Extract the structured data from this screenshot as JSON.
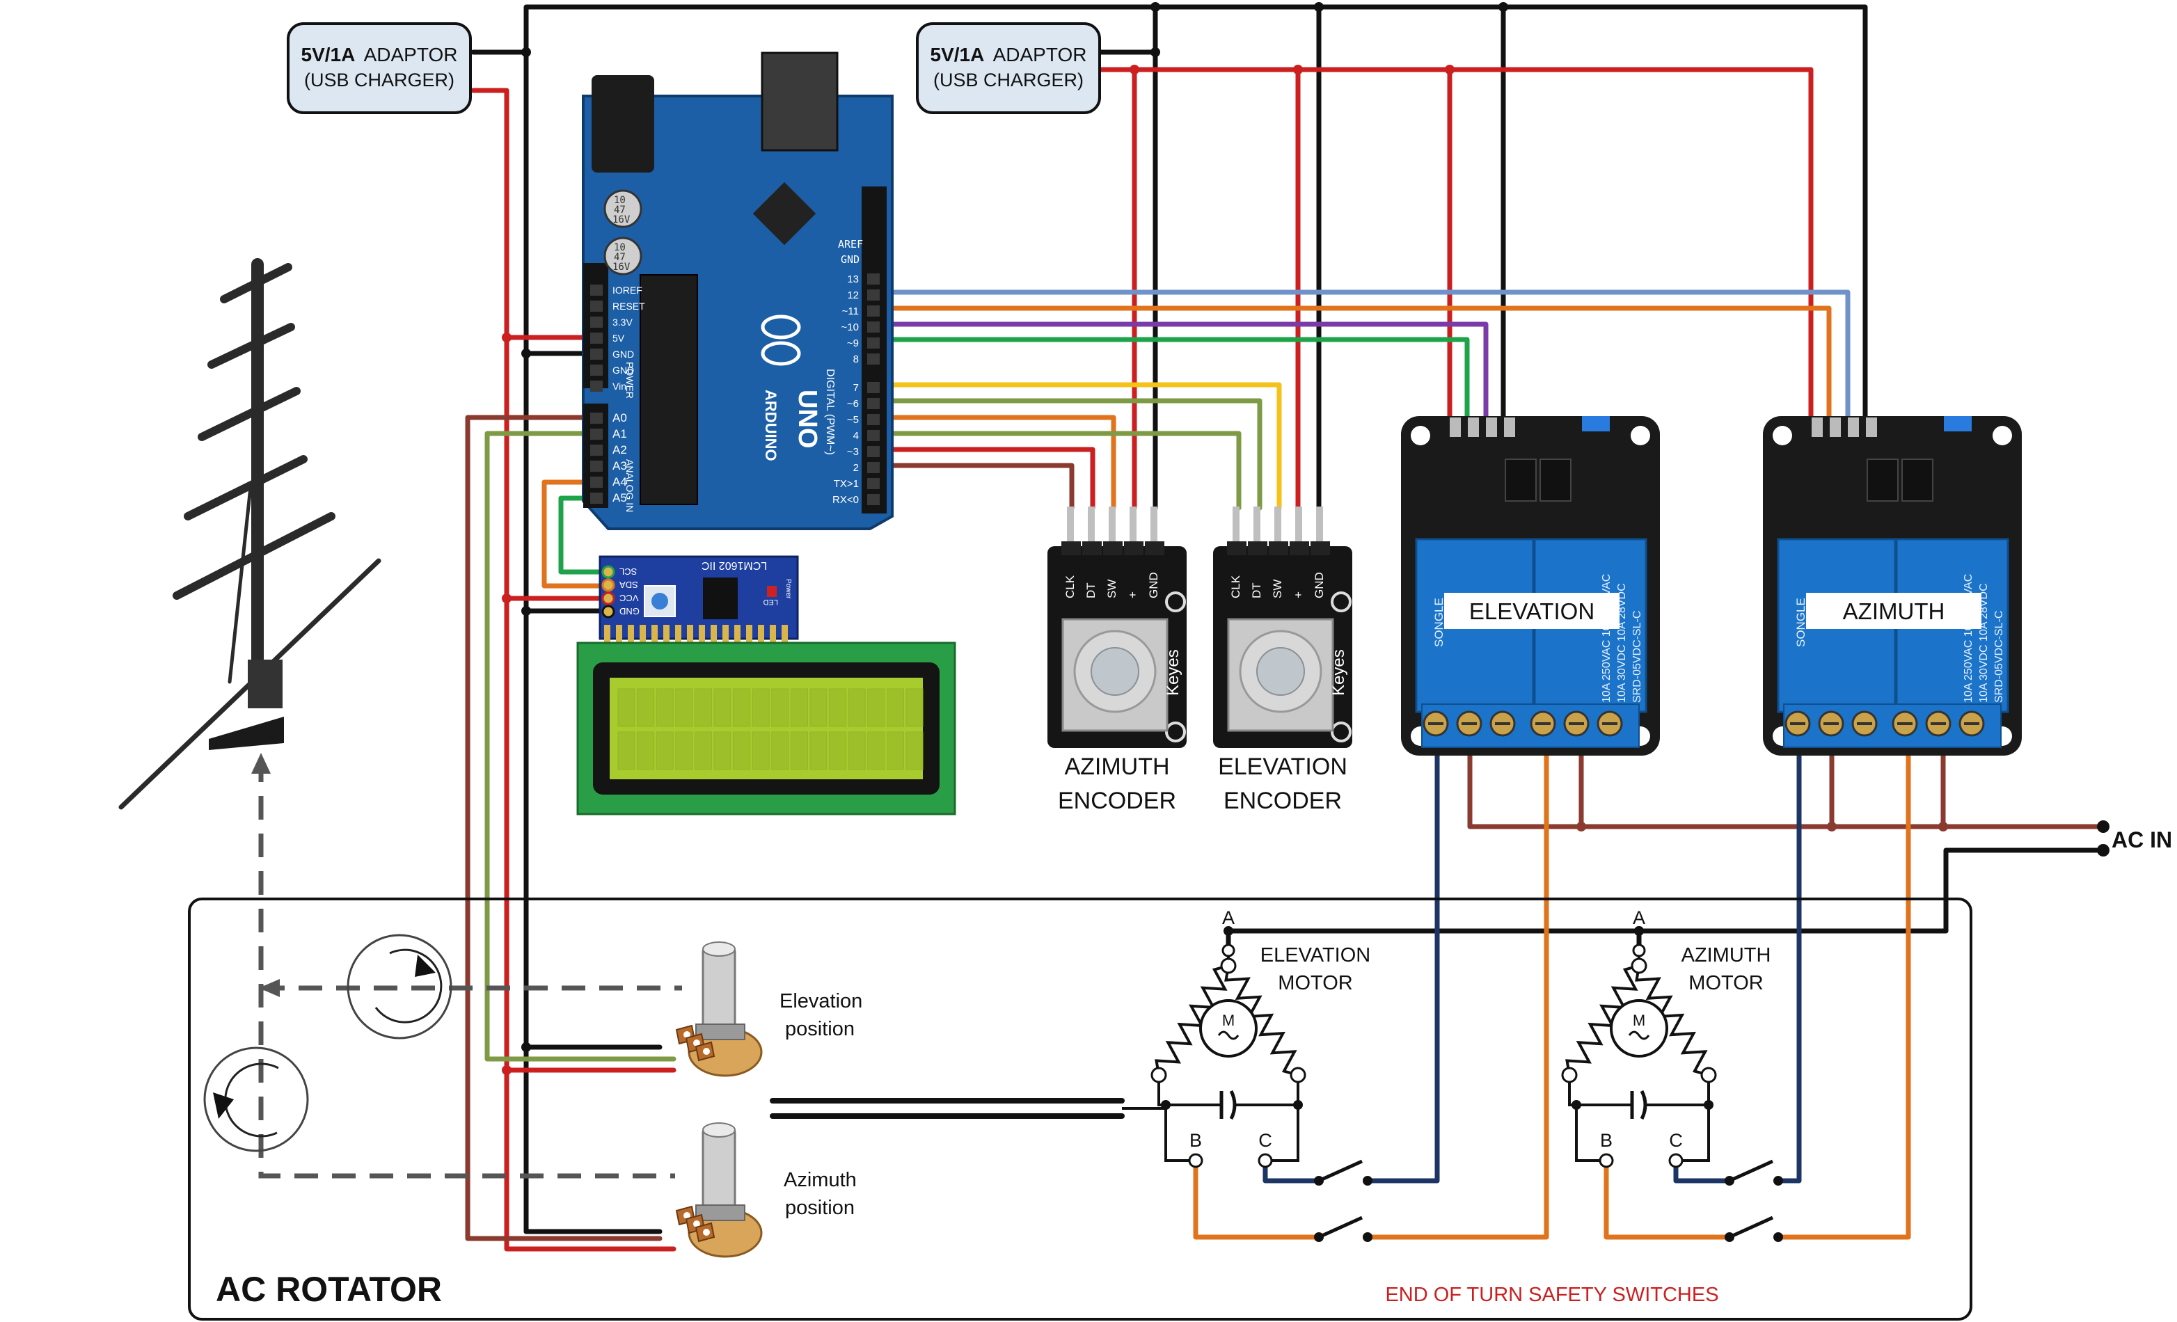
{
  "adaptors": [
    {
      "rating": "5V/1A",
      "word": "ADAPTOR",
      "sub": "(USB CHARGER)"
    },
    {
      "rating": "5V/1A",
      "word": "ADAPTOR",
      "sub": "(USB CHARGER)"
    }
  ],
  "arduino": {
    "brand": "ARDUINO",
    "model": "UNO",
    "aref": "AREF",
    "gnd": "GND",
    "digital_label": "DIGITAL (PWM~)",
    "power_label": "POWER",
    "analog_label": "ANALOG IN",
    "digital_pins": [
      "13",
      "12",
      "~11",
      "~10",
      "~9",
      "8",
      "7",
      "~6",
      "~5",
      "4",
      "~3",
      "2",
      "TX>1",
      "RX<0"
    ],
    "power_pins": [
      "IOREF",
      "RESET",
      "3.3V",
      "5V",
      "GND",
      "GND",
      "Vin"
    ],
    "analog_pins": [
      "A0",
      "A1",
      "A2",
      "A3",
      "A4",
      "A5"
    ],
    "cap_lines": [
      "10",
      "47",
      "16V"
    ]
  },
  "lcd": {
    "module": "LCM1602 IIC",
    "pins": [
      "SCL",
      "SDA",
      "VCC",
      "GND"
    ],
    "power_mark": "Power",
    "led_mark": "LED"
  },
  "encoders": [
    {
      "name_l1": "AZIMUTH",
      "name_l2": "ENCODER",
      "pins": [
        "CLK",
        "DT",
        "SW",
        "+",
        "GND"
      ],
      "brand": "Keyes"
    },
    {
      "name_l1": "ELEVATION",
      "name_l2": "ENCODER",
      "pins": [
        "CLK",
        "DT",
        "SW",
        "+",
        "GND"
      ],
      "brand": "Keyes"
    }
  ],
  "relays": [
    {
      "label": "ELEVATION"
    },
    {
      "label": "AZIMUTH"
    }
  ],
  "relay_print": {
    "brand": "SONGLE",
    "rating1": "10A 250VAC 10A 125VAC",
    "rating2": "10A 30VDC 10A 28VDC",
    "model": "SRD-05VDC-SL-C"
  },
  "ac_in": "AC IN",
  "rotator": {
    "title": "AC ROTATOR",
    "pots": [
      {
        "l1": "Elevation",
        "l2": "position"
      },
      {
        "l1": "Azimuth",
        "l2": "position"
      }
    ],
    "motors": [
      {
        "l1": "ELEVATION",
        "l2": "MOTOR",
        "a": "A",
        "b": "B",
        "c": "C",
        "symbol": "M"
      },
      {
        "l1": "AZIMUTH",
        "l2": "MOTOR",
        "a": "A",
        "b": "B",
        "c": "C",
        "symbol": "M"
      }
    ],
    "safety": "END OF TURN SAFETY SWITCHES"
  },
  "colors": {
    "red": "#cc1f1f",
    "black": "#111111",
    "blue_wire": "#6f92c8",
    "orange": "#e0731c",
    "purple": "#7a3aa8",
    "green": "#1ea34a",
    "yellow": "#f5c219",
    "olive": "#7e9a44",
    "brown": "#8a3a2e",
    "navy": "#1d3565",
    "board_blue": "#1d5fa6",
    "relay_blue": "#1b74c9",
    "lcd_green": "#a8cc2e"
  }
}
